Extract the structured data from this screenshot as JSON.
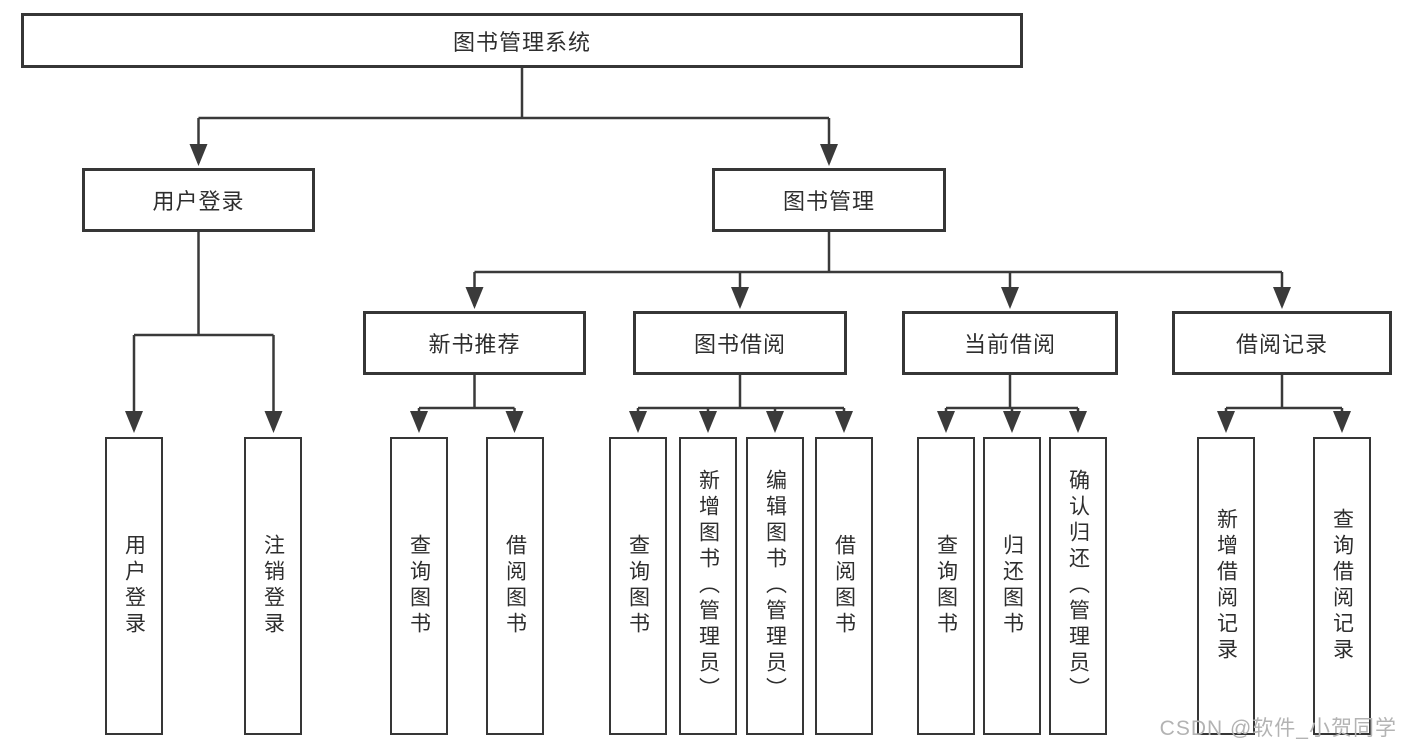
{
  "tree": {
    "root": "图书管理系统",
    "branches": [
      {
        "label": "用户登录",
        "children": [
          "用户登录",
          "注销登录"
        ]
      },
      {
        "label": "图书管理",
        "sections": [
          {
            "label": "新书推荐",
            "children": [
              "查询图书",
              "借阅图书"
            ]
          },
          {
            "label": "图书借阅",
            "children": [
              "查询图书",
              "新增图书（管理员）",
              "编辑图书（管理员）",
              "借阅图书"
            ]
          },
          {
            "label": "当前借阅",
            "children": [
              "查询图书",
              "归还图书",
              "确认归还（管理员）"
            ]
          },
          {
            "label": "借阅记录",
            "children": [
              "新增借阅记录",
              "查询借阅记录"
            ]
          }
        ]
      }
    ]
  },
  "watermark": {
    "text": "CSDN @软件_小贺同学"
  },
  "colors": {
    "line": "#3a3a3a",
    "border": "#363636",
    "text": "#2e2e2e",
    "background": "#ffffff",
    "watermark": "#b3b3b3"
  }
}
